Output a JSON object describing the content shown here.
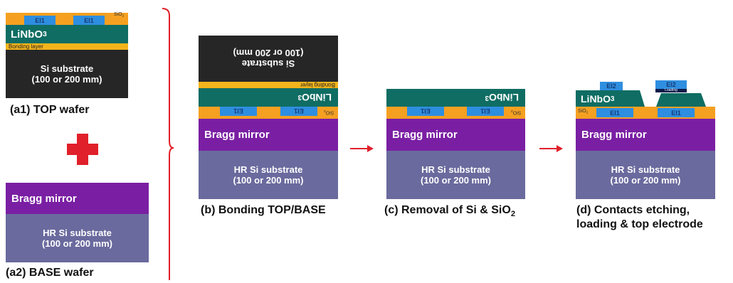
{
  "top_wafer": {
    "caption": "(a1) TOP wafer",
    "sio2": "SiO",
    "sio2_sub": "2",
    "el1": "El1",
    "lnb": "LiNbO",
    "lnb_sub": "3",
    "bonding": "Bonding layer",
    "substrate_line1": "Si substrate",
    "substrate_line2": "(100 or 200 mm)"
  },
  "base_wafer": {
    "caption": "(a2) BASE wafer",
    "bragg": "Bragg mirror",
    "substrate_line1": "HR Si substrate",
    "substrate_line2": "(100 or 200 mm)"
  },
  "bonding_step": {
    "caption": "(b) Bonding TOP/BASE",
    "si_line1": "Si substrate",
    "si_line2": "(100 or 200 mm)",
    "bonding": "Bonding layer",
    "lnb": "LiNbO",
    "lnb_sub": "3",
    "el1": "El1",
    "sio2": "SiO",
    "sio2_sub": "2",
    "bragg": "Bragg mirror",
    "substrate_line1": "HR Si substrate",
    "substrate_line2": "(100 or 200 mm)"
  },
  "removal_step": {
    "caption": "(c) Removal of Si & SiO",
    "caption_sub": "2",
    "lnb": "LiNbO",
    "lnb_sub": "3",
    "el1": "El1",
    "sio2": "SiO",
    "sio2_sub": "2",
    "bragg": "Bragg mirror",
    "substrate_line1": "HR Si substrate",
    "substrate_line2": "(100 or 200 mm)"
  },
  "contacts_step": {
    "caption_line1": "(d) Contacts etching,",
    "caption_line2": "loading & top electrode",
    "el2": "El2",
    "loading": "Loading",
    "lnb": "LiNbO",
    "lnb_sub": "3",
    "el1": "El1",
    "sio2": "SiO",
    "sio2_sub": "2",
    "bragg": "Bragg mirror",
    "substrate_line1": "HR Si substrate",
    "substrate_line2": "(100 or 200 mm)"
  },
  "colors": {
    "black_substrate": "#262626",
    "linbo3": "#0f6d63",
    "bonding_layer": "#f3b41c",
    "sio2": "#f5a021",
    "electrode": "#2e8ee0",
    "bragg": "#7a1fa3",
    "hr_si": "#6a6a9e",
    "arrows": "#e0202a",
    "plus": "#e0202a"
  }
}
